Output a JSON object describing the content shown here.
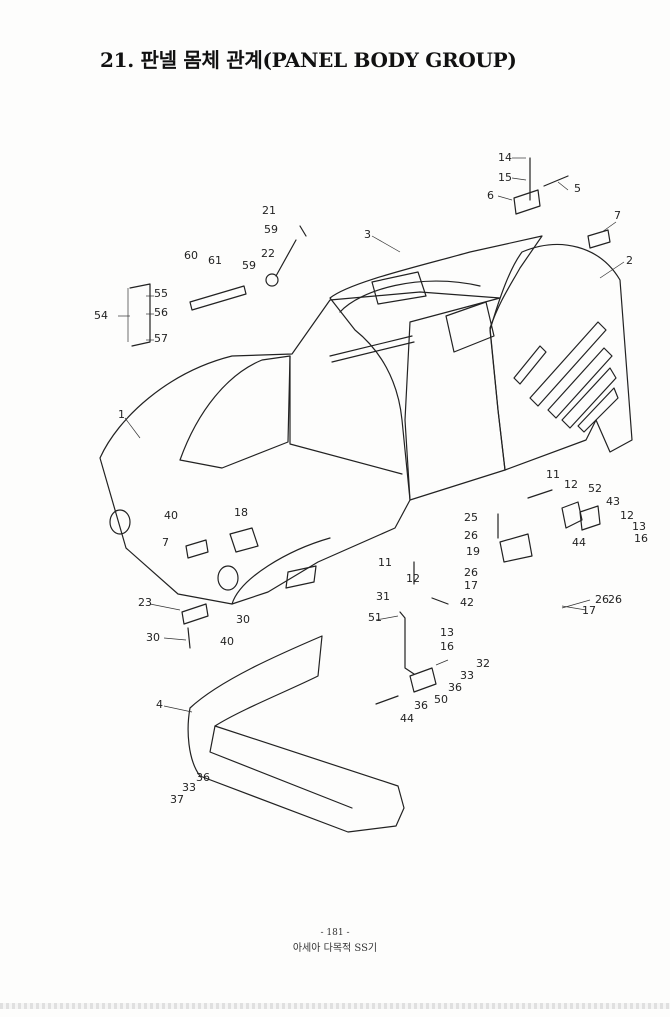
{
  "title": "21. 판넬 몸체 관계(PANEL BODY GROUP)",
  "footer": {
    "page_number": "- 181 -",
    "publisher": "아세아 다목적 SS기"
  },
  "callouts": [
    "1",
    "2",
    "3",
    "4",
    "5",
    "6",
    "7",
    "7",
    "11",
    "11",
    "12",
    "12",
    "12",
    "13",
    "13",
    "14",
    "15",
    "16",
    "16",
    "17",
    "17",
    "18",
    "19",
    "21",
    "22",
    "23",
    "25",
    "26",
    "26",
    "26",
    "26",
    "30",
    "30",
    "31",
    "32",
    "33",
    "33",
    "36",
    "36",
    "36",
    "37",
    "40",
    "40",
    "42",
    "43",
    "44",
    "44",
    "50",
    "51",
    "52",
    "54",
    "55",
    "56",
    "57",
    "59",
    "59",
    "60",
    "61"
  ],
  "colors": {
    "ink": "#222222",
    "paper": "#fdfdfc"
  }
}
